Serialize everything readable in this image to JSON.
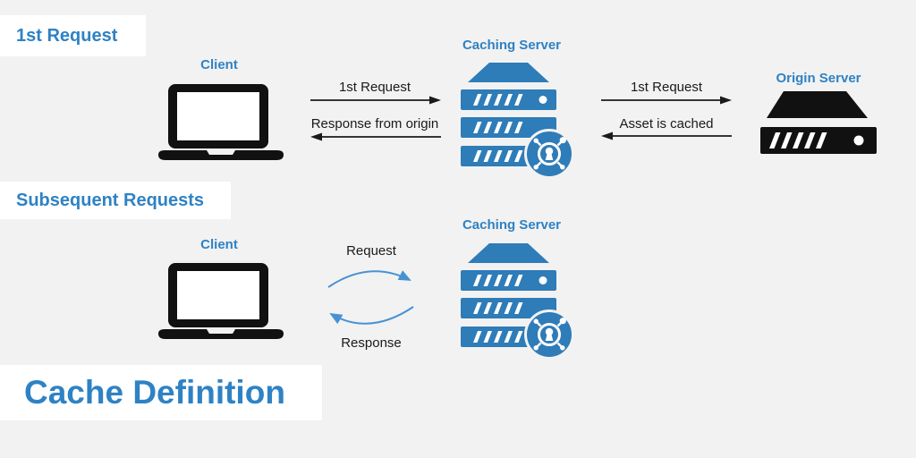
{
  "colors": {
    "background": "#f2f2f2",
    "panel": "#ffffff",
    "text_blue": "#2e82c4",
    "icon_blue": "#2e7cb8",
    "icon_black": "#111111",
    "arrow_black": "#1a1a1a",
    "curve_blue": "#4792d3"
  },
  "first_request": {
    "heading": "1st Request",
    "client_label": "Client",
    "caching_server_label": "Caching Server",
    "origin_server_label": "Origin Server",
    "client_to_cache": {
      "request": "1st Request",
      "response": "Response from origin"
    },
    "cache_to_origin": {
      "request": "1st Request",
      "response": "Asset is cached"
    }
  },
  "subsequent_requests": {
    "heading": "Subsequent Requests",
    "client_label": "Client",
    "caching_server_label": "Caching Server",
    "request_label": "Request",
    "response_label": "Response"
  },
  "title": "Cache Definition"
}
